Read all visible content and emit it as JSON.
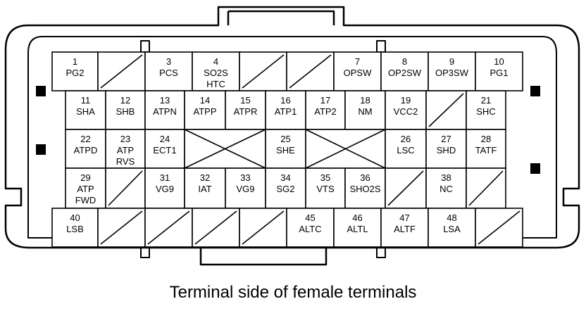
{
  "caption": "Terminal side of female terminals",
  "rows": [
    [
      {
        "num": "1",
        "name": "PG2"
      },
      {
        "blank": true
      },
      {
        "num": "3",
        "name": "PCS"
      },
      {
        "num": "4",
        "name": "SO2S",
        "name2": "HTC"
      },
      {
        "blank": true
      },
      {
        "blank": true
      },
      {
        "num": "7",
        "name": "OPSW"
      },
      {
        "num": "8",
        "name": "OP2SW"
      },
      {
        "num": "9",
        "name": "OP3SW"
      },
      {
        "num": "10",
        "name": "PG1"
      }
    ],
    [
      {
        "num": "11",
        "name": "SHA"
      },
      {
        "num": "12",
        "name": "SHB"
      },
      {
        "num": "13",
        "name": "ATPN"
      },
      {
        "num": "14",
        "name": "ATPP"
      },
      {
        "num": "15",
        "name": "ATPR"
      },
      {
        "num": "16",
        "name": "ATP1"
      },
      {
        "num": "17",
        "name": "ATP2"
      },
      {
        "num": "18",
        "name": "NM"
      },
      {
        "num": "19",
        "name": "VCC2"
      },
      {
        "blank": true
      },
      {
        "num": "21",
        "name": "SHC"
      }
    ],
    [
      {
        "num": "22",
        "name": "ATPD"
      },
      {
        "num": "23",
        "name": "ATP",
        "name2": "RVS"
      },
      {
        "num": "24",
        "name": "ECT1"
      },
      {
        "cross": true
      },
      {
        "num": "25",
        "name": "SHE"
      },
      {
        "cross": true
      },
      {
        "num": "26",
        "name": "LSC"
      },
      {
        "num": "27",
        "name": "SHD"
      },
      {
        "num": "28",
        "name": "TATF"
      }
    ],
    [
      {
        "num": "29",
        "name": "ATP",
        "name2": "FWD"
      },
      {
        "blank": true
      },
      {
        "num": "31",
        "name": "VG9"
      },
      {
        "num": "32",
        "name": "IAT"
      },
      {
        "num": "33",
        "name": "VG9"
      },
      {
        "num": "34",
        "name": "SG2"
      },
      {
        "num": "35",
        "name": "VTS"
      },
      {
        "num": "36",
        "name": "SHO2S"
      },
      {
        "blank": true
      },
      {
        "num": "38",
        "name": "NC"
      },
      {
        "blank": true
      }
    ],
    [
      {
        "num": "40",
        "name": "LSB"
      },
      {
        "blank": true
      },
      {
        "blank": true
      },
      {
        "blank": true
      },
      {
        "blank": true
      },
      {
        "num": "45",
        "name": "ALTC"
      },
      {
        "num": "46",
        "name": "ALTL"
      },
      {
        "num": "47",
        "name": "ALTF"
      },
      {
        "num": "48",
        "name": "LSA"
      },
      {
        "blank": true
      }
    ]
  ]
}
